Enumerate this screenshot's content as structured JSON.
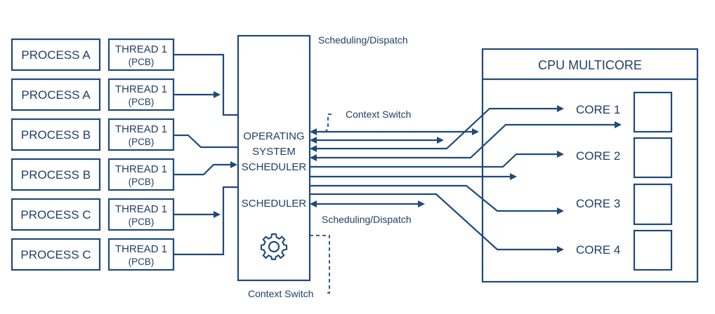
{
  "diagram": {
    "title_top_annotation": "Scheduling/Dispatch",
    "processes": [
      {
        "process": "PROCESS A",
        "thread": "THREAD 1",
        "pcb": "(PCB)"
      },
      {
        "process": "PROCESS A",
        "thread": "THREAD 1",
        "pcb": "(PCB)"
      },
      {
        "process": "PROCESS B",
        "thread": "THREAD 1",
        "pcb": "(PCB)"
      },
      {
        "process": "PROCESS B",
        "thread": "THREAD 1",
        "pcb": "(PCB)"
      },
      {
        "process": "PROCESS C",
        "thread": "THREAD 1",
        "pcb": "(PCB)"
      },
      {
        "process": "PROCESS C",
        "thread": "THREAD 1",
        "pcb": "(PCB)"
      }
    ],
    "scheduler": {
      "label_line1": "OPERATING",
      "label_line2": "SYSTEM",
      "label_line3": "SCHEDULER",
      "label_secondary": "SCHEDULER",
      "icon": "gear-icon"
    },
    "annotations": {
      "context_switch_top": "Context Switch",
      "scheduling_dispatch_mid": "Scheduling/Dispatch",
      "context_switch_bottom": "Context Switch"
    },
    "cpu": {
      "title": "CPU MULTICORE",
      "cores": [
        "CORE 1",
        "CORE 2",
        "CORE 3",
        "CORE 4"
      ]
    },
    "colors": {
      "stroke": "#1f4a7a",
      "text": "#1f3f66",
      "background": "#ffffff"
    }
  }
}
